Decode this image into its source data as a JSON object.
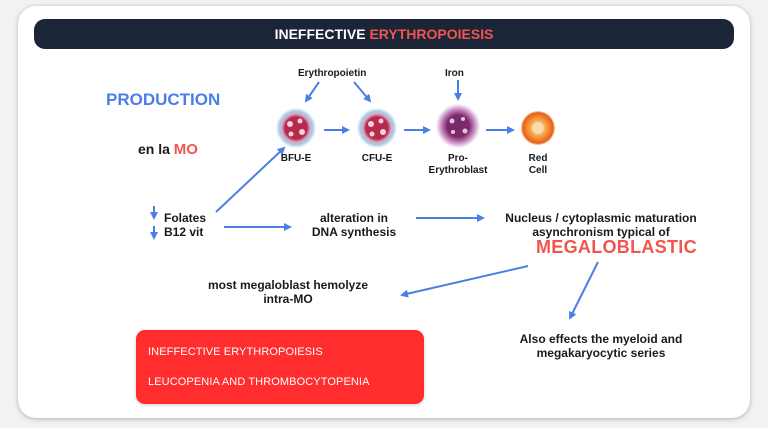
{
  "title": {
    "prefix": "INEFFECTIVE ",
    "highlight": "ERYTHROPOIESIS"
  },
  "production": "PRODUCTION",
  "location": {
    "prefix": "en la ",
    "highlight": "MO"
  },
  "inputs": {
    "erythropoietin": "Erythropoietin",
    "iron": "Iron"
  },
  "cells": [
    {
      "label": "BFU-E"
    },
    {
      "label": "CFU-E"
    },
    {
      "label_line1": "Pro-",
      "label_line2": "Erythroblast"
    },
    {
      "label_line1": "Red",
      "label_line2": "Cell"
    }
  ],
  "deficiency": {
    "folates": "Folates",
    "b12": "B12 vit"
  },
  "alteration": {
    "line1": "alteration in",
    "line2": "DNA synthesis"
  },
  "nucleus": {
    "line1": "Nucleus / cytoplasmic maturation",
    "line2": "asynchronism typical of"
  },
  "megaloblastic": "MEGALOBLASTIC",
  "hemolyze": {
    "line1": "most megaloblast hemolyze",
    "line2": "intra-MO"
  },
  "also_effects": {
    "line1": "Also effects the myeloid and",
    "line2": "megakaryocytic series"
  },
  "red_box": {
    "line1": "INEFFECTIVE ERYTHROPOIESIS",
    "line2": "LEUCOPENIA AND THROMBOCYTOPENIA"
  },
  "colors": {
    "accent_red": "#f0554f",
    "accent_blue": "#4a7fe6",
    "title_bg": "#1c2437",
    "box_red": "#ff2d2d"
  }
}
